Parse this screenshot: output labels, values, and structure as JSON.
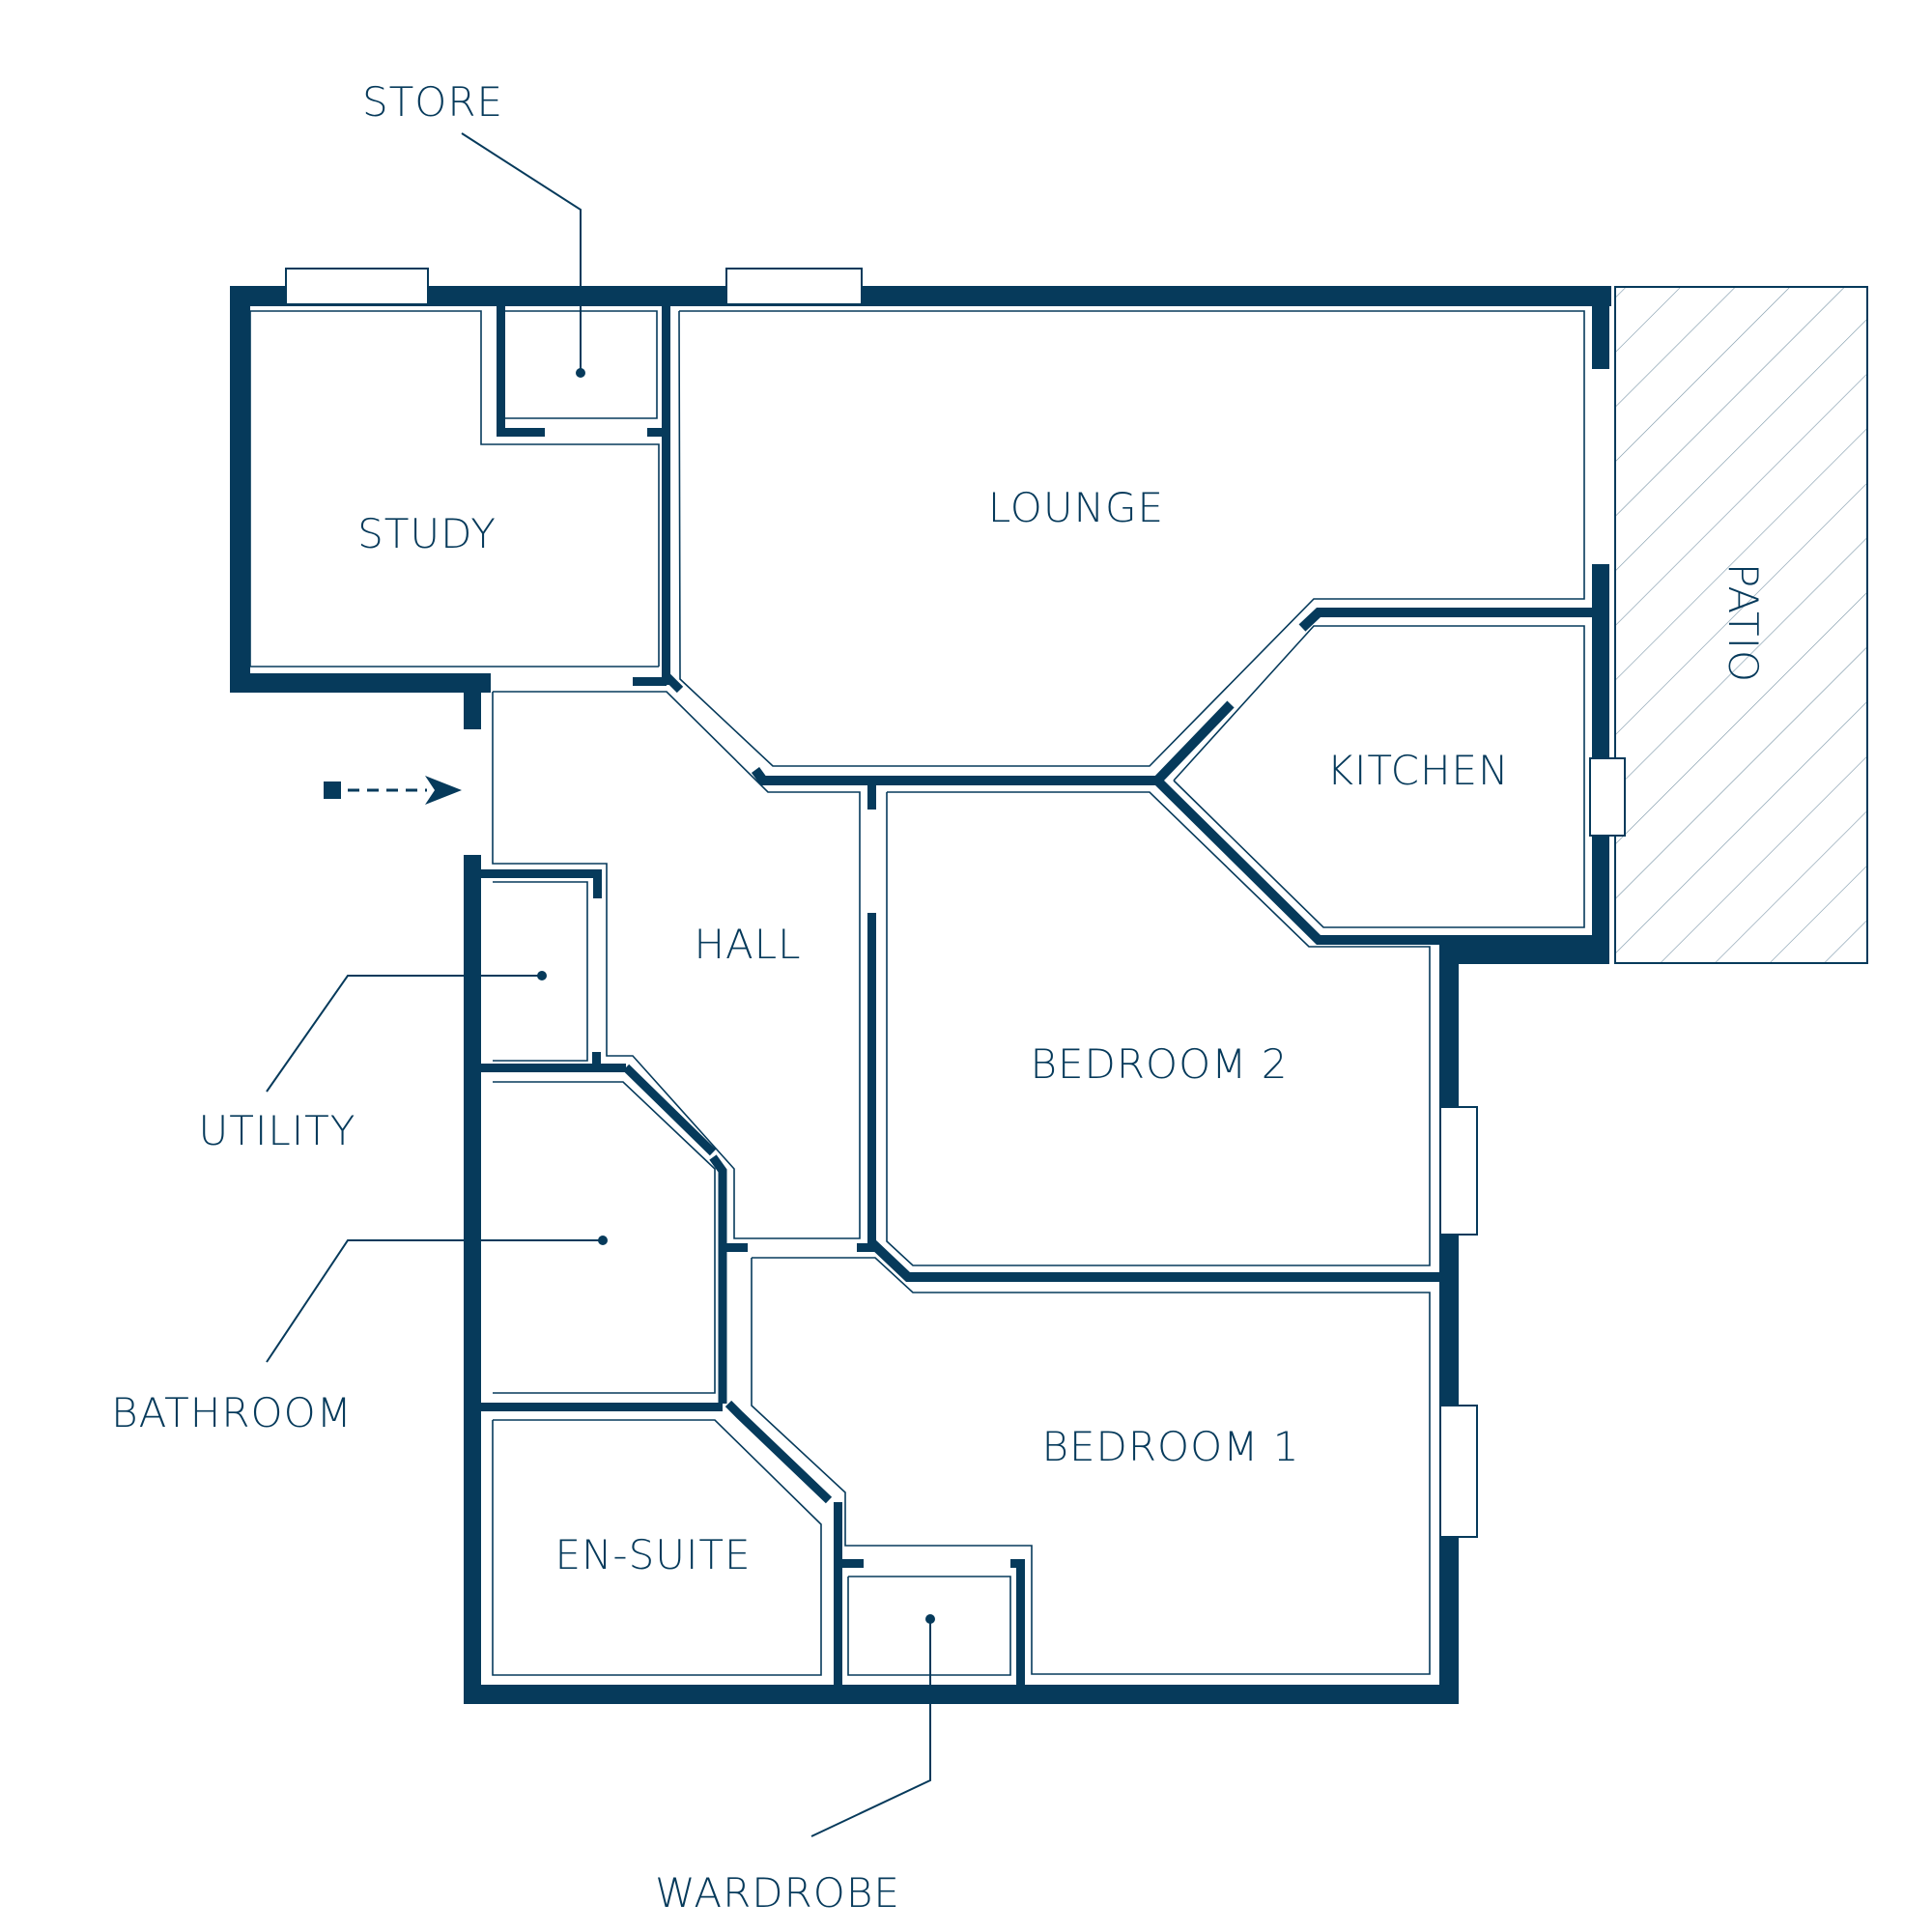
{
  "rooms": {
    "store": "STORE",
    "study": "STUDY",
    "lounge": "LOUNGE",
    "patio": "PATIO",
    "kitchen": "KITCHEN",
    "hall": "HALL",
    "bedroom2": "BEDROOM 2",
    "utility": "UTILITY",
    "bathroom": "BATHROOM",
    "bedroom1": "BEDROOM 1",
    "ensuite": "EN-SUITE",
    "wardrobe": "WARDROBE"
  },
  "colors": {
    "wall": "#063a5b",
    "background": "#ffffff"
  },
  "icons": {
    "entrance": "entrance-arrow-icon"
  }
}
